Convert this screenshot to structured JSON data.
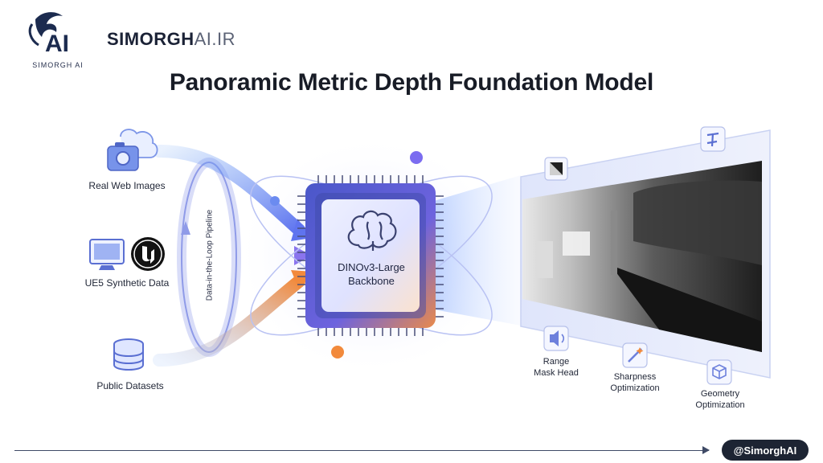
{
  "header": {
    "logo_caption": "SIMORGH AI",
    "brand_bold": "SIMORGH",
    "brand_light": "AI.IR",
    "title": "Panoramic Metric Depth Foundation Model"
  },
  "inputs": [
    {
      "label": "Real Web Images",
      "icon": "camera-cloud-icon"
    },
    {
      "label": "UE5 Synthetic Data",
      "icon": "monitor-unreal-icon"
    },
    {
      "label": "Public Datasets",
      "icon": "database-icon"
    }
  ],
  "pipeline": {
    "label": "Data-in-the-Loop Pipeline"
  },
  "backbone": {
    "line1": "DINOv3-Large",
    "line2": "Backbone"
  },
  "outputs": [
    {
      "line1": "Range",
      "line2": "Mask Head",
      "icon": "speaker-icon"
    },
    {
      "line1": "Sharpness",
      "line2": "Optimization",
      "icon": "magic-wand-icon"
    },
    {
      "line1": "Geometry",
      "line2": "Optimization",
      "icon": "cube-icon"
    }
  ],
  "footer": {
    "handle": "@SimorghAI"
  },
  "colors": {
    "title": "#181c26",
    "accent_purple": "#7b6cf0",
    "accent_blue": "#4f7df2",
    "accent_orange": "#f28a3c",
    "handle_bg": "#1d2433"
  }
}
